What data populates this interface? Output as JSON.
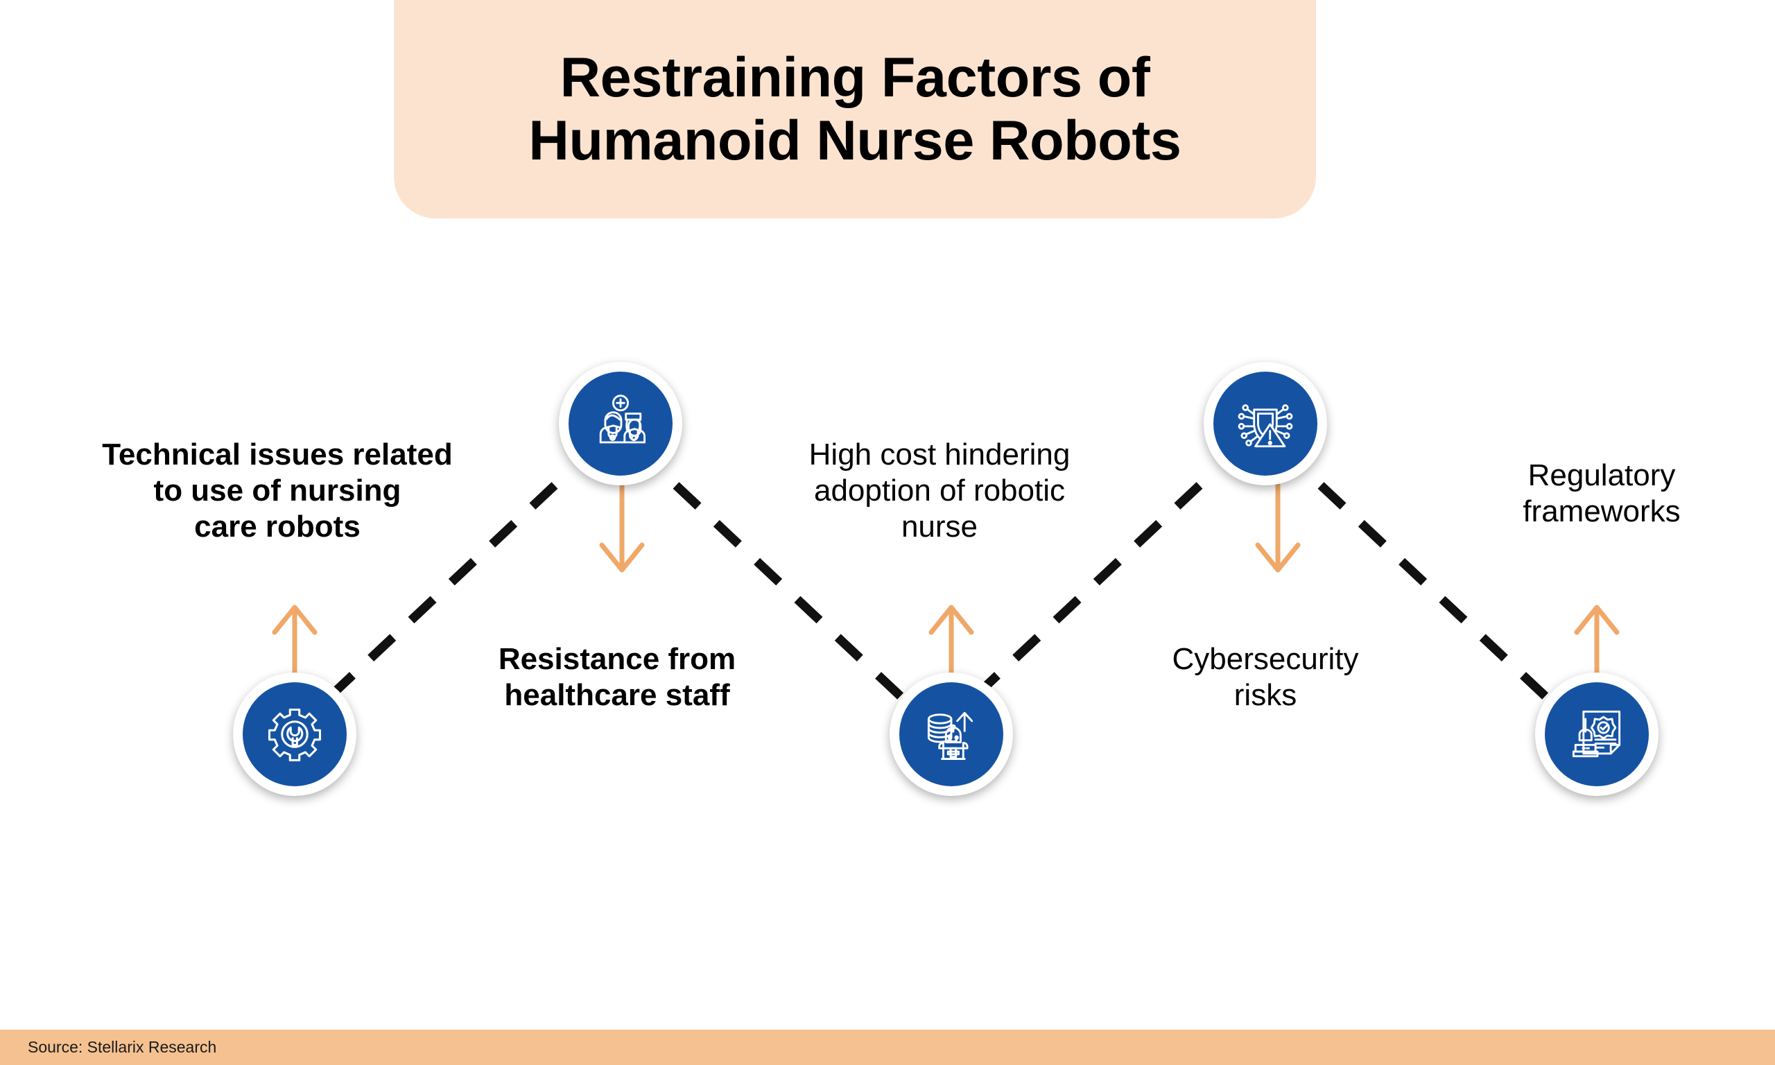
{
  "title": {
    "line1": "Restraining Factors of",
    "line2": "Humanoid Nurse Robots",
    "full": "Restraining Factors of Humanoid Nurse Robots",
    "bg_color": "#FCE3D0",
    "text_color": "#000000"
  },
  "theme": {
    "node_blue": "#1553A2",
    "node_ring": "#FFFFFF",
    "arrow_orange": "#F0A868",
    "dash_black": "#111111",
    "footer_band": "#F6C191",
    "page_bg": "#FFFFFF"
  },
  "nodes": [
    {
      "id": "technical-issues",
      "icon": "gear-wrench-icon",
      "label": "Technical issues related to use of nursing care robots",
      "label_lines": [
        "Technical issues related",
        "to use of nursing",
        "care robots"
      ],
      "row": "bottom",
      "label_weight": "bold"
    },
    {
      "id": "resistance-staff",
      "icon": "healthcare-staff-icon",
      "label": "Resistance from healthcare staff",
      "label_lines": [
        "Resistance from",
        "healthcare staff"
      ],
      "row": "top",
      "label_weight": "bold"
    },
    {
      "id": "high-cost",
      "icon": "rising-cost-robot-nurse-icon",
      "label": "High cost hindering adoption of robotic nurse",
      "label_lines": [
        "High cost hindering",
        "adoption of robotic",
        "nurse"
      ],
      "row": "bottom",
      "label_weight": "regular"
    },
    {
      "id": "cybersecurity-risks",
      "icon": "cyber-shield-warning-icon",
      "label": "Cybersecurity risks",
      "label_lines": [
        "Cybersecurity",
        "risks"
      ],
      "row": "top",
      "label_weight": "regular"
    },
    {
      "id": "regulatory-frameworks",
      "icon": "stamped-certificate-icon",
      "label": "Regulatory frameworks",
      "label_lines": [
        "Regulatory",
        "frameworks"
      ],
      "row": "bottom",
      "label_weight": "regular"
    }
  ],
  "labels": {
    "technical_l1": "Technical issues related",
    "technical_l2": "to use of nursing",
    "technical_l3": "care robots",
    "resistance_l1": "Resistance from",
    "resistance_l2": "healthcare staff",
    "highcost_l1": "High cost hindering",
    "highcost_l2": "adoption of robotic",
    "highcost_l3": "nurse",
    "cyber_l1": "Cybersecurity",
    "cyber_l2": "risks",
    "regulatory_l1": "Regulatory",
    "regulatory_l2": "frameworks"
  },
  "footer": {
    "source": "Source: Stellarix Research"
  }
}
